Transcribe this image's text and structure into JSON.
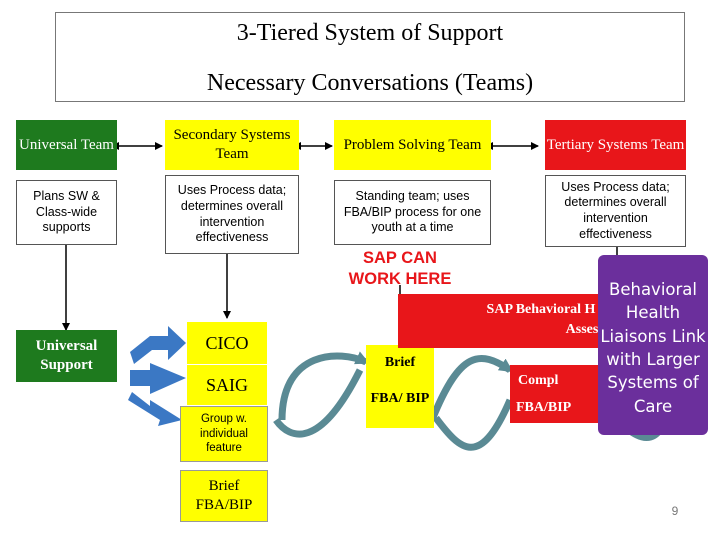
{
  "title": {
    "line1": "3-Tiered System of Support",
    "line2": "Necessary Conversations (Teams)"
  },
  "teams": {
    "universal": {
      "label": "Universal Team",
      "desc": "Plans SW & Class-wide supports"
    },
    "secondary": {
      "label": "Secondary Systems Team",
      "desc": "Uses Process data; determines overall intervention effectiveness"
    },
    "problem_solving": {
      "label": "Problem Solving Team",
      "desc": "Standing team; uses FBA/BIP process for one youth at a time"
    },
    "tertiary": {
      "label": "Tertiary Systems Team",
      "desc": "Uses Process data; determines overall intervention effectiveness"
    }
  },
  "sap_can_work_here": "SAP CAN WORK HERE",
  "universal_support": "Universal Support",
  "interventions": {
    "cico": "CICO",
    "saig": "SAIG",
    "group": "Group w. individual feature",
    "brief_fba_bip": "Brief FBA/BIP"
  },
  "problem_solving_items": {
    "brief": "Brief",
    "fba_bip": "FBA/ BIP"
  },
  "sap_assessment": {
    "line1": "SAP Behavioral H",
    "line2": "Asses"
  },
  "complex": {
    "line1": "Compl",
    "line2": "FBA/BIP"
  },
  "behavioral_health_callout": "Behavioral Health Liaisons Link with Larger Systems of Care",
  "page_number": "9",
  "colors": {
    "universal": "#1e7a1e",
    "secondary": "#ffff00",
    "tertiary": "#e8161a",
    "arrow_blue": "#3b78c4",
    "arrow_teal": "#5a8a94",
    "callout": "#6b2f9c"
  }
}
